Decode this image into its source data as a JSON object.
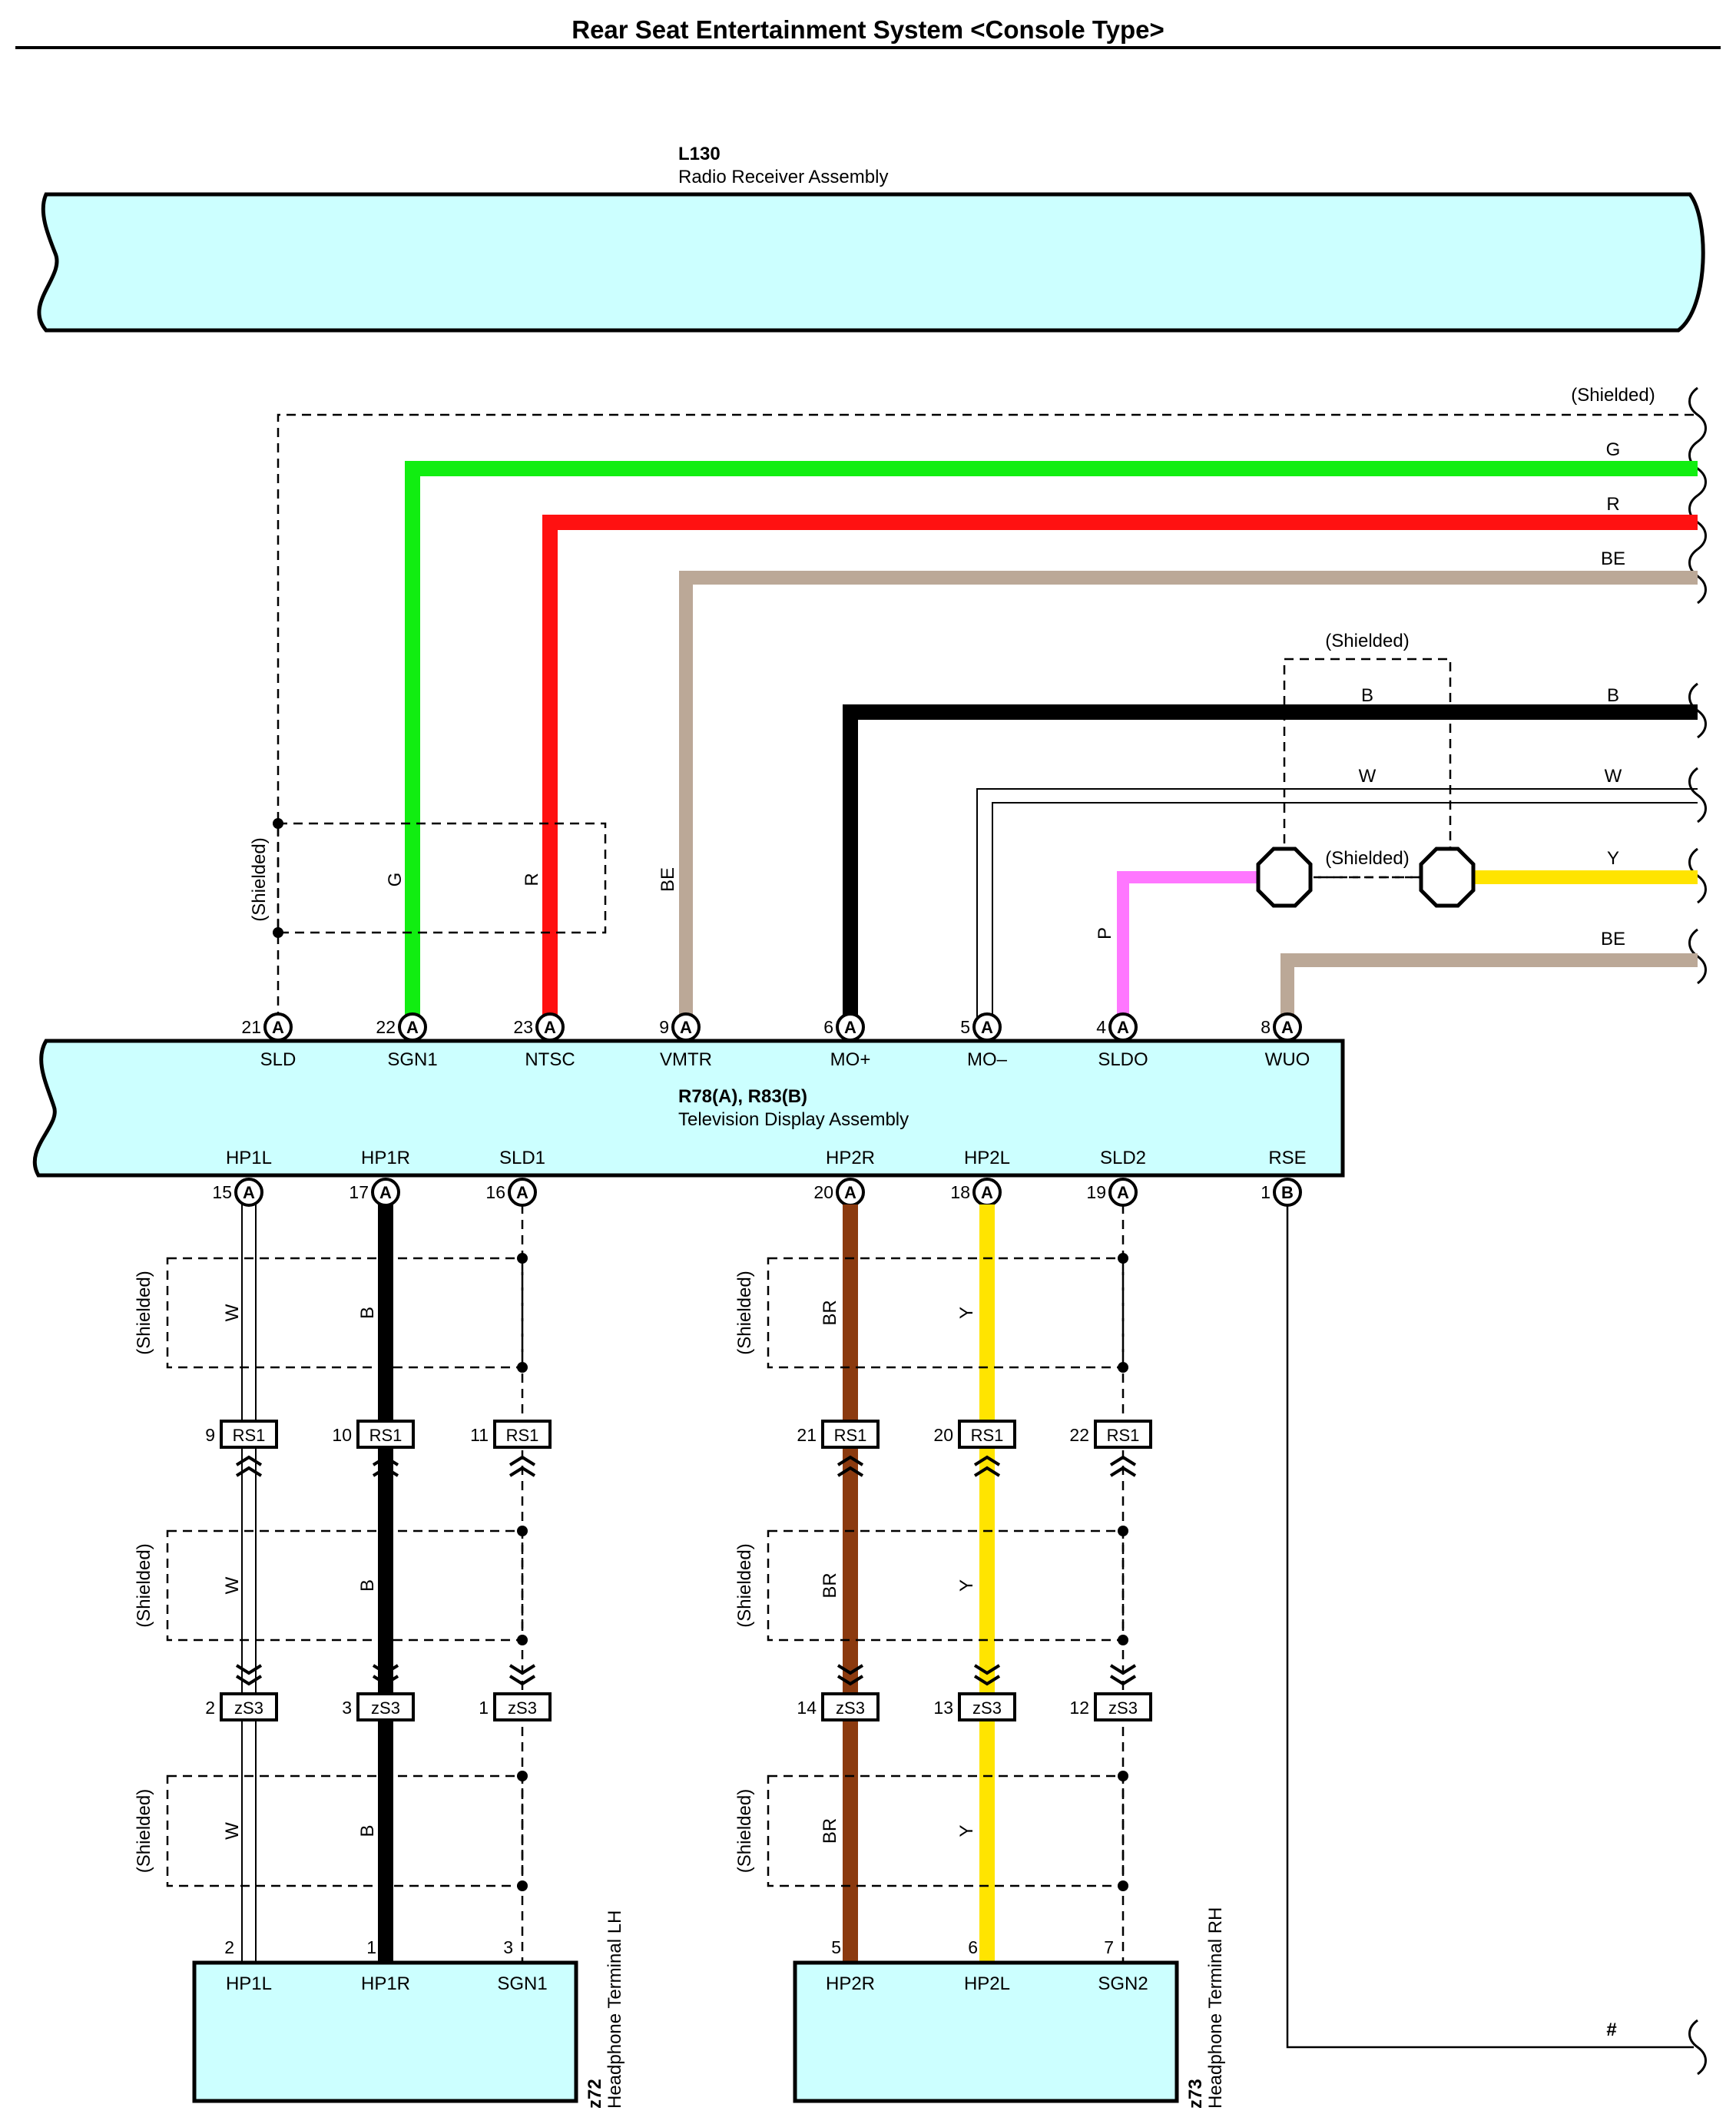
{
  "title": "Rear Seat Entertainment System <Console Type>",
  "colors": {
    "component_fill": "#ccffff",
    "G": "#11ee11",
    "R": "#ff1111",
    "BE": "#bba897",
    "B": "#000000",
    "P": "#ff77ff",
    "Y": "#ffe400",
    "BR": "#8b3a0f",
    "W": "#ffffff"
  },
  "radio": {
    "code": "L130",
    "name": "Radio Receiver Assembly"
  },
  "tv": {
    "code": "R78(A), R83(B)",
    "name": "Television Display Assembly"
  },
  "shielded_label": "(Shielded)",
  "top_pins": [
    {
      "num": "21",
      "conn": "A",
      "name": "SLD"
    },
    {
      "num": "22",
      "conn": "A",
      "name": "SGN1"
    },
    {
      "num": "23",
      "conn": "A",
      "name": "NTSC"
    },
    {
      "num": "9",
      "conn": "A",
      "name": "VMTR"
    },
    {
      "num": "6",
      "conn": "A",
      "name": "MO+"
    },
    {
      "num": "5",
      "conn": "A",
      "name": "MO–"
    },
    {
      "num": "4",
      "conn": "A",
      "name": "SLDO"
    },
    {
      "num": "8",
      "conn": "A",
      "name": "WUO"
    }
  ],
  "bottom_pins": [
    {
      "num": "15",
      "conn": "A",
      "name": "HP1L"
    },
    {
      "num": "17",
      "conn": "A",
      "name": "HP1R"
    },
    {
      "num": "16",
      "conn": "A",
      "name": "SLD1"
    },
    {
      "num": "20",
      "conn": "A",
      "name": "HP2R"
    },
    {
      "num": "18",
      "conn": "A",
      "name": "HP2L"
    },
    {
      "num": "19",
      "conn": "A",
      "name": "SLD2"
    },
    {
      "num": "1",
      "conn": "B",
      "name": "RSE"
    }
  ],
  "right_labels": [
    "(Shielded)",
    "G",
    "R",
    "BE",
    "B",
    "W",
    "Y",
    "BE",
    "#"
  ],
  "mid_labels": {
    "shielded_top": "(Shielded)",
    "b": "B",
    "w": "W",
    "shielded_mid": "(Shielded)"
  },
  "vertical_color_labels": {
    "g": "G",
    "r": "R",
    "be": "BE",
    "p": "P"
  },
  "rs_connector": "RS1",
  "zs_connector": "zS3",
  "rs_pins": [
    "9",
    "10",
    "11",
    "21",
    "20",
    "22"
  ],
  "zs_pins": [
    "2",
    "3",
    "1",
    "14",
    "13",
    "12"
  ],
  "lh_wire_labels": [
    "W",
    "B"
  ],
  "rh_wire_labels": [
    "BR",
    "Y"
  ],
  "terminal_lh": {
    "code": "z72",
    "name": "Headphone Terminal LH",
    "pins": [
      {
        "num": "2",
        "name": "HP1L"
      },
      {
        "num": "1",
        "name": "HP1R"
      },
      {
        "num": "3",
        "name": "SGN1"
      }
    ]
  },
  "terminal_rh": {
    "code": "z73",
    "name": "Headphone Terminal RH",
    "pins": [
      {
        "num": "5",
        "name": "HP2R"
      },
      {
        "num": "6",
        "name": "HP2L"
      },
      {
        "num": "7",
        "name": "SGN2"
      }
    ]
  }
}
